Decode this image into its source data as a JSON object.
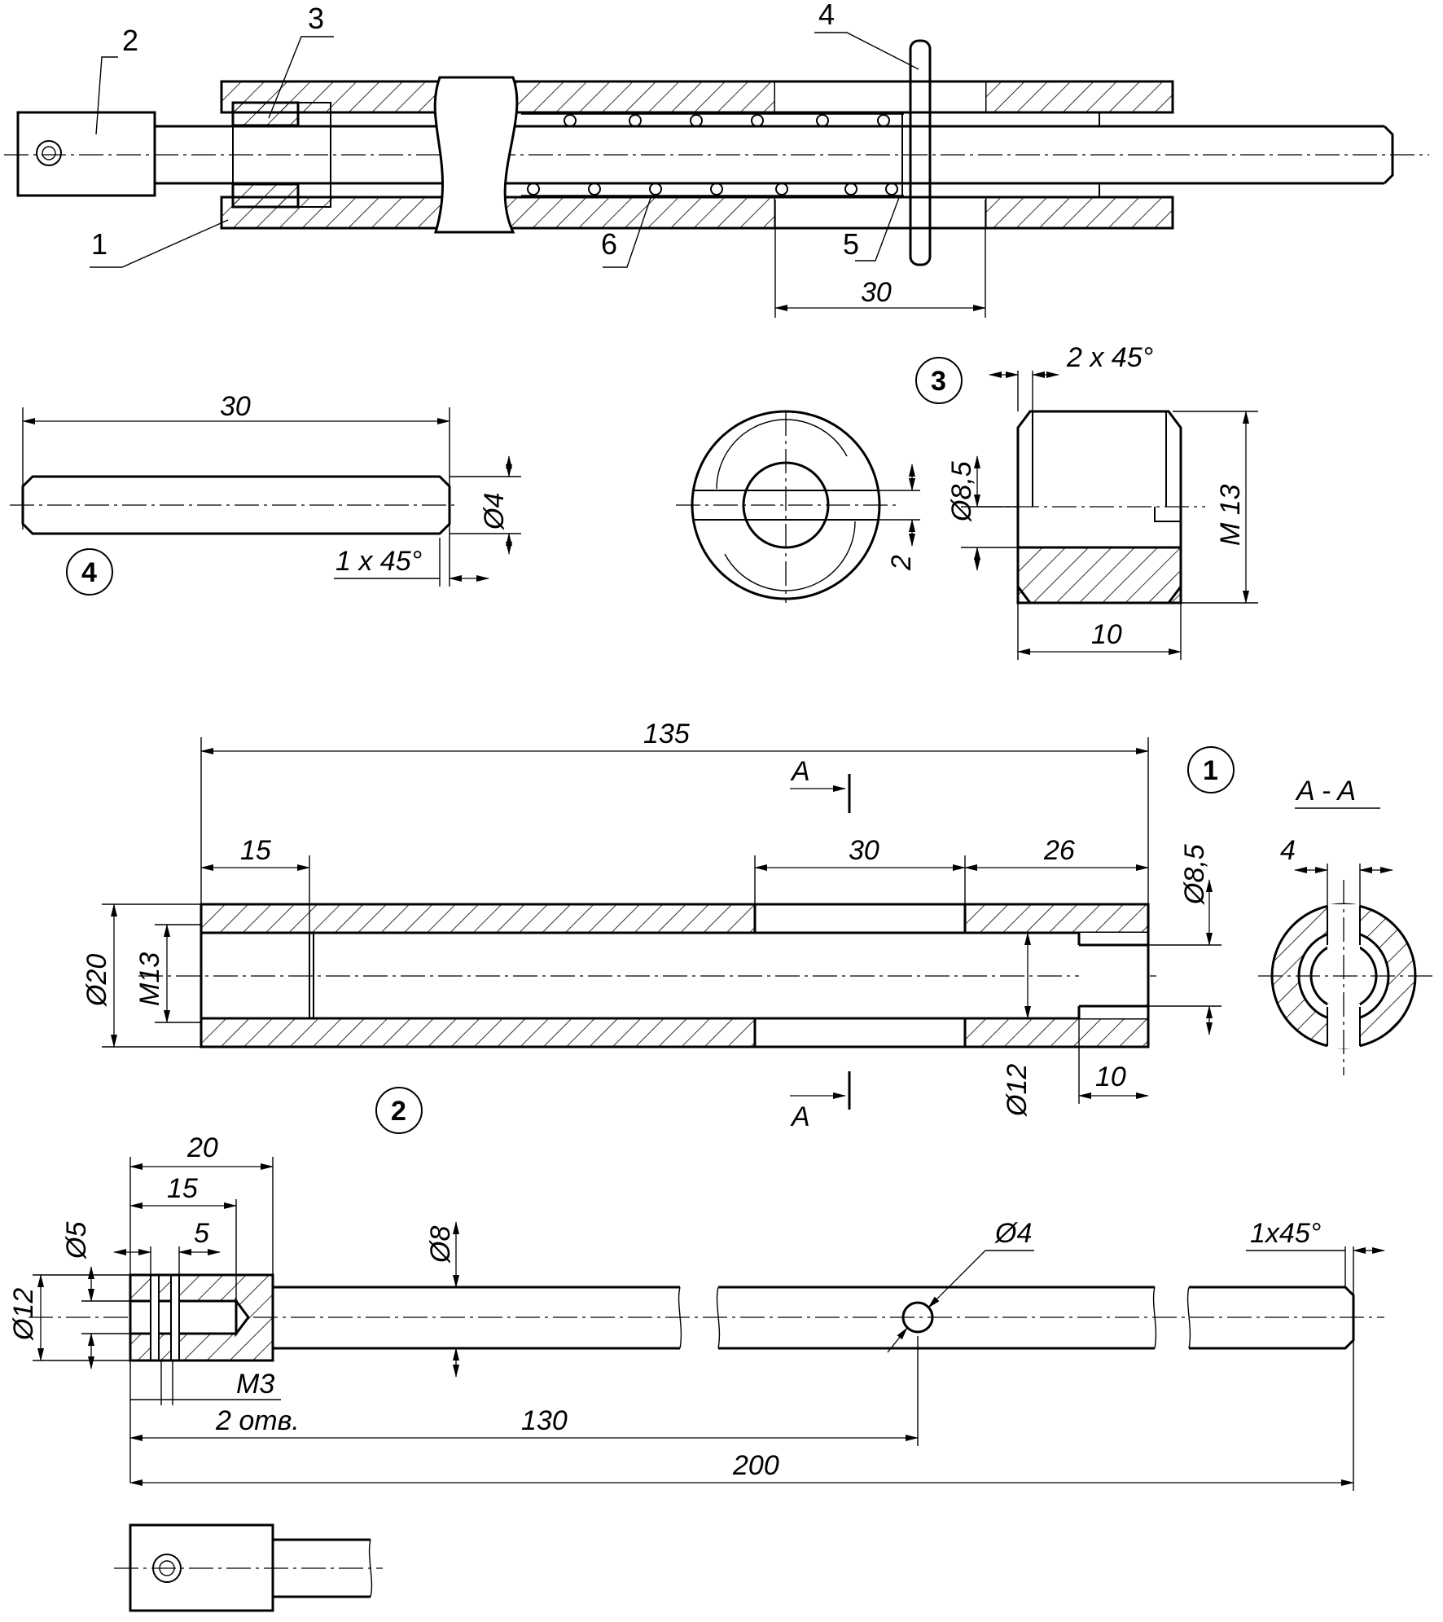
{
  "assembly": {
    "part_labels": [
      "1",
      "2",
      "3",
      "4",
      "5",
      "6"
    ],
    "dim_pin_slot": "30"
  },
  "part4": {
    "callout": "4",
    "dim_length": "30",
    "dim_diameter": "Ø4",
    "dim_chamfer": "1 x 45°"
  },
  "part3": {
    "callout": "3",
    "dim_chamfer": "2 x 45°",
    "dim_bore": "Ø8,5",
    "dim_thread": "M 13",
    "dim_length": "10",
    "dim_slot": "2"
  },
  "part1": {
    "callout": "1",
    "dim_overall": "135",
    "dim_thread_depth": "15",
    "dim_slot": "30",
    "dim_end": "26",
    "dim_outer": "Ø20",
    "dim_thread": "M13",
    "dim_bore_end": "Ø8,5",
    "dim_bore": "Ø12",
    "dim_end_bore": "10",
    "section_mark": "A",
    "section_title": "A - A",
    "section_dim": "4"
  },
  "part2": {
    "callout": "2",
    "dim_head_length": "20",
    "dim_15": "15",
    "dim_5": "5",
    "dim_hole": "Ø5",
    "dim_head_dia": "Ø12",
    "dim_rod": "Ø8",
    "dim_cross_hole": "Ø4",
    "dim_chamfer": "1x45°",
    "dim_thread": "M3",
    "dim_thread_note": "2 отв.",
    "dim_130": "130",
    "dim_200": "200"
  }
}
